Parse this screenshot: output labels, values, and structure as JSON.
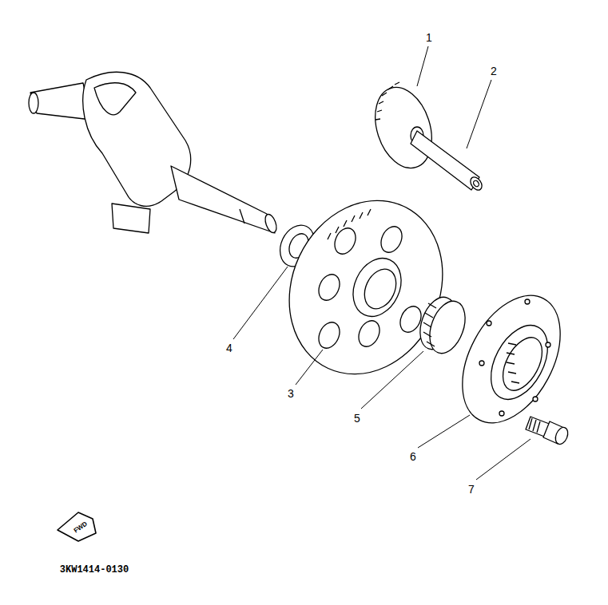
{
  "diagram": {
    "labels": [
      "1",
      "2",
      "3",
      "4",
      "5",
      "6",
      "7",
      "FWD",
      "3KW1414-0130"
    ]
  }
}
